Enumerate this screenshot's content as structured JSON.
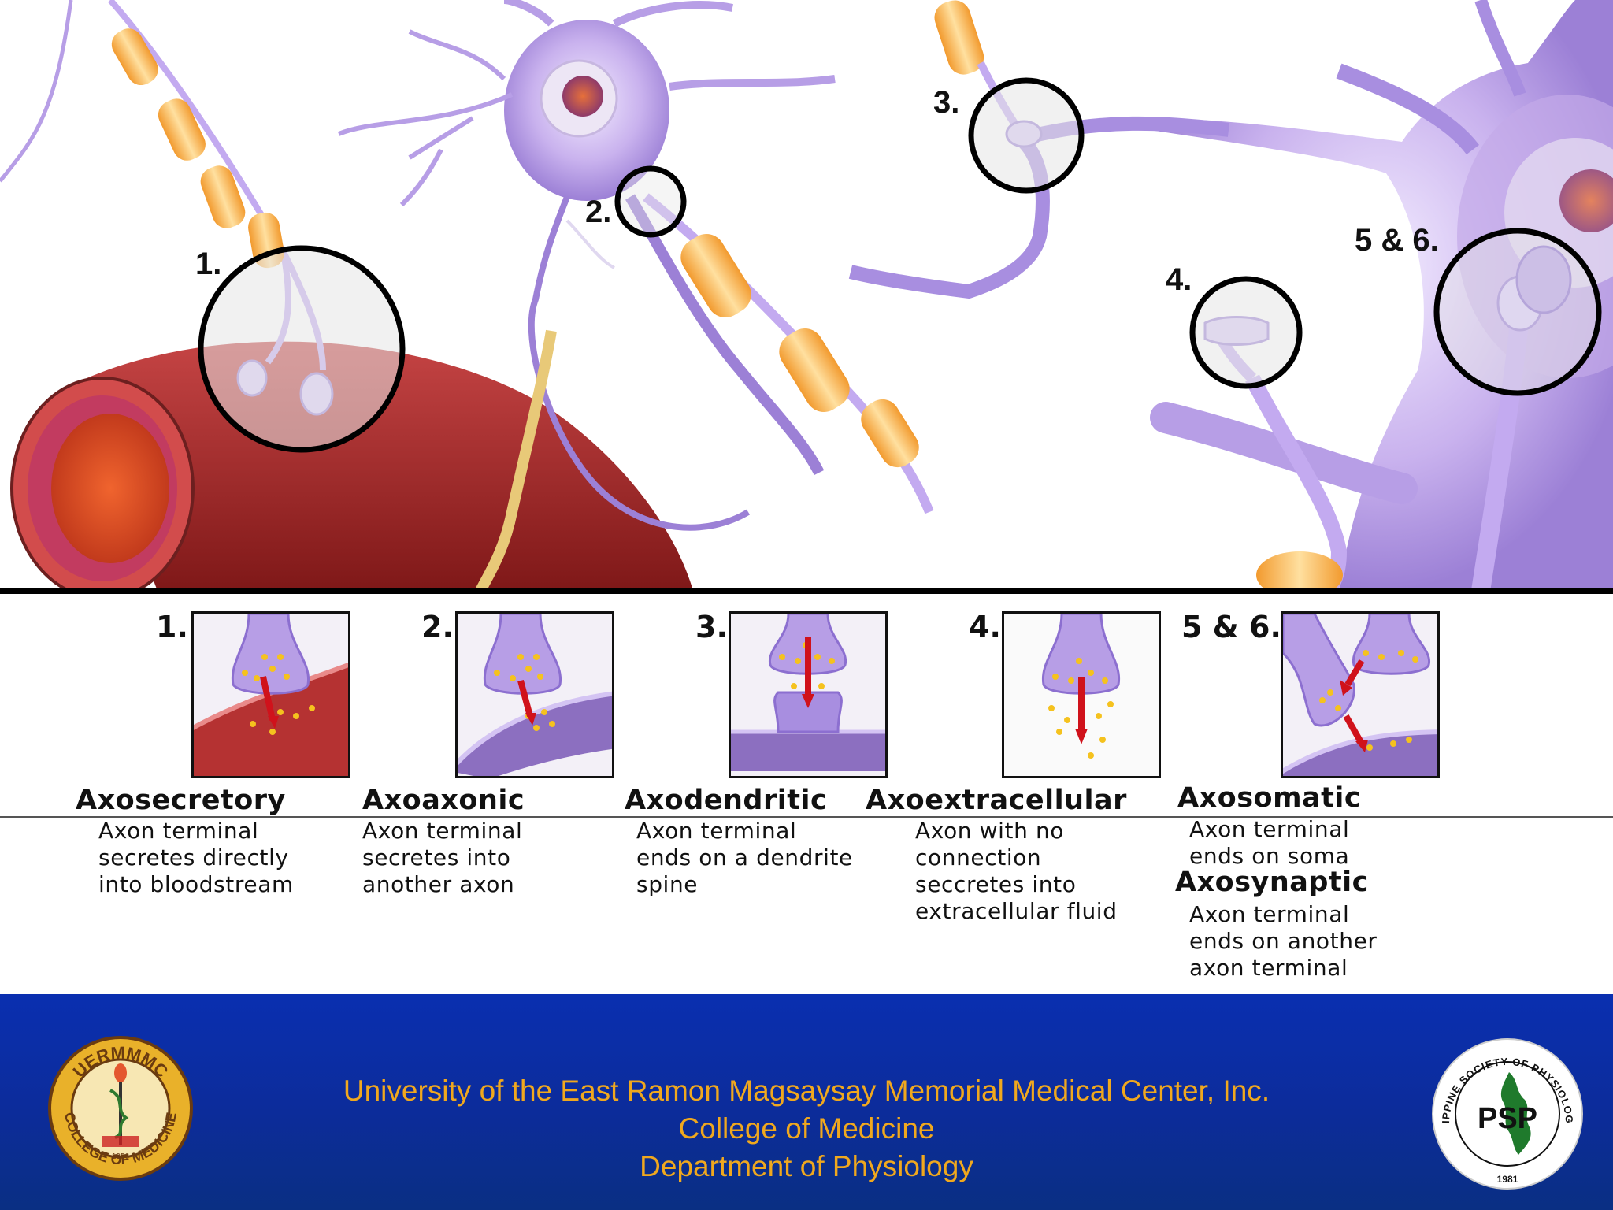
{
  "illustration": {
    "markers": [
      "1.",
      "2.",
      "3.",
      "4.",
      "5 & 6."
    ]
  },
  "panels": [
    {
      "number": "1.",
      "title": "Axosecretory",
      "description": "Axon terminal\nsecretes directly\ninto bloodstream"
    },
    {
      "number": "2.",
      "title": "Axoaxonic",
      "description": "Axon terminal\nsecretes into\nanother axon"
    },
    {
      "number": "3.",
      "title": "Axodendritic",
      "description": "Axon terminal\nends on a dendrite\nspine"
    },
    {
      "number": "4.",
      "title": "Axoextracellular",
      "description": "Axon with no\nconnection\nseccretes into\nextracellular fluid"
    },
    {
      "number": "5 & 6.",
      "title": "Axosomatic",
      "description": "Axon terminal\nends on soma",
      "title2": "Axosynaptic",
      "description2": "Axon terminal\nends on another\naxon terminal"
    }
  ],
  "footer": {
    "line1": "University of the East Ramon Magsaysay Memorial Medical Center, Inc.",
    "line2": "College of Medicine",
    "line3": "Department of Physiology"
  },
  "logos": {
    "left": {
      "name": "uerm-college-of-medicine-seal",
      "top_text": "UERMMMC",
      "bottom_text": "COLLEGE OF MEDICINE",
      "year": "1956"
    },
    "right": {
      "name": "philippine-society-of-physiologists-seal",
      "ring_text": "PHILIPPINE SOCIETY OF PHYSIOLOGISTS",
      "mark": "PSP",
      "year": "1981"
    }
  },
  "colors": {
    "footer_blue": "#0b2fa3",
    "footer_text": "#f0a81e",
    "neuron_purple": "#b79ee6",
    "myelin_orange": "#f6b24a",
    "vessel_red": "#a92b2b"
  }
}
